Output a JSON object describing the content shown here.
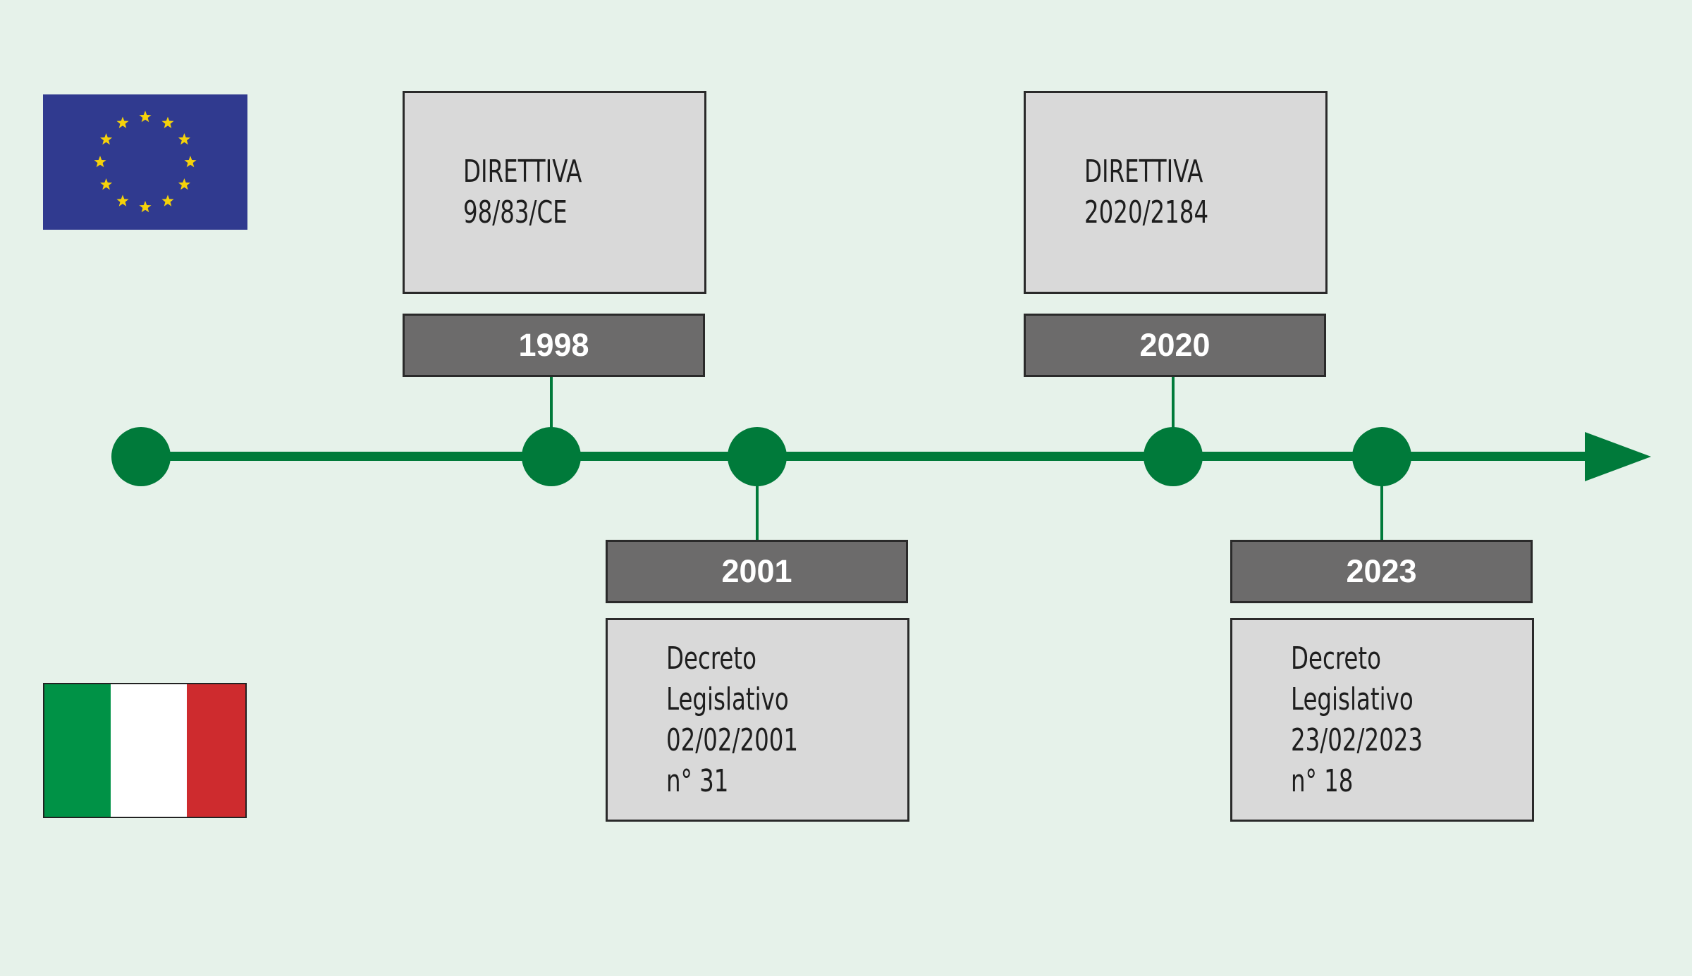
{
  "colors": {
    "background": "#e6f2ea",
    "timeline_green": "#007a3a",
    "year_box_fill": "#6c6b6b",
    "text_box_fill": "#d9d9d9",
    "eu_blue": "#303a8f",
    "eu_star": "#f5d20a",
    "italy_green": "#009246",
    "italy_white": "#ffffff",
    "italy_red": "#ce2b2e"
  },
  "flags": {
    "eu": {
      "icon": "eu-flag-icon"
    },
    "italy": {
      "icon": "italy-flag-icon"
    }
  },
  "events": [
    {
      "id": "1998",
      "year": "1998",
      "side": "above",
      "lines": [
        "DIRETTIVA",
        "98/83/CE"
      ]
    },
    {
      "id": "2001",
      "year": "2001",
      "side": "below",
      "lines": [
        "Decreto",
        "Legislativo",
        "02/02/2001",
        "n° 31"
      ]
    },
    {
      "id": "2020",
      "year": "2020",
      "side": "above",
      "lines": [
        "DIRETTIVA",
        "2020/2184"
      ]
    },
    {
      "id": "2023",
      "year": "2023",
      "side": "below",
      "lines": [
        "Decreto",
        "Legislativo",
        "23/02/2023",
        "n° 18"
      ]
    }
  ]
}
